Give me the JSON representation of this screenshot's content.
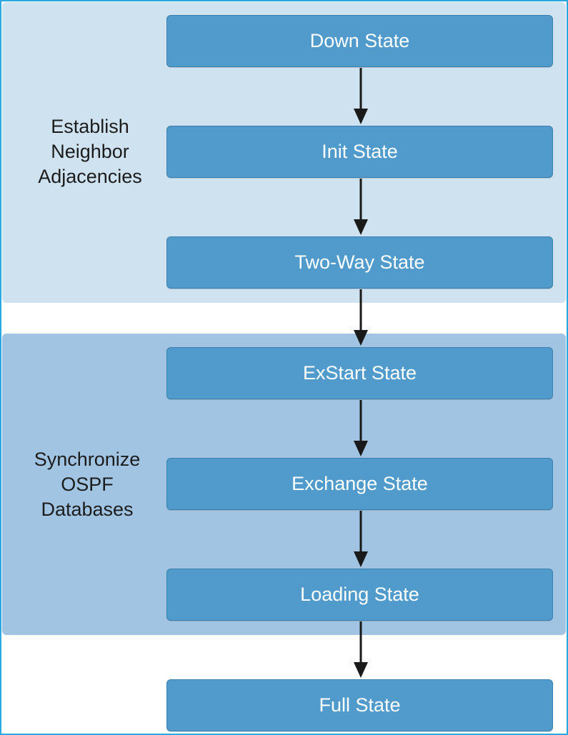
{
  "phases": [
    {
      "label_lines": [
        "Establish",
        "Neighbor",
        "Adjacencies"
      ]
    },
    {
      "label_lines": [
        "Synchronize",
        "OSPF",
        "Databases"
      ]
    }
  ],
  "states": [
    "Down State",
    "Init State",
    "Two-Way State",
    "ExStart State",
    "Exchange State",
    "Loading State",
    "Full State"
  ],
  "colors": {
    "frame_border": "#29a9e0",
    "phase_1_background": "#cfe2ef",
    "phase_2_background": "#a0c4e2",
    "state_box": "#509bcb",
    "state_text": "#ffffff",
    "arrow": "#1a1a1a"
  }
}
